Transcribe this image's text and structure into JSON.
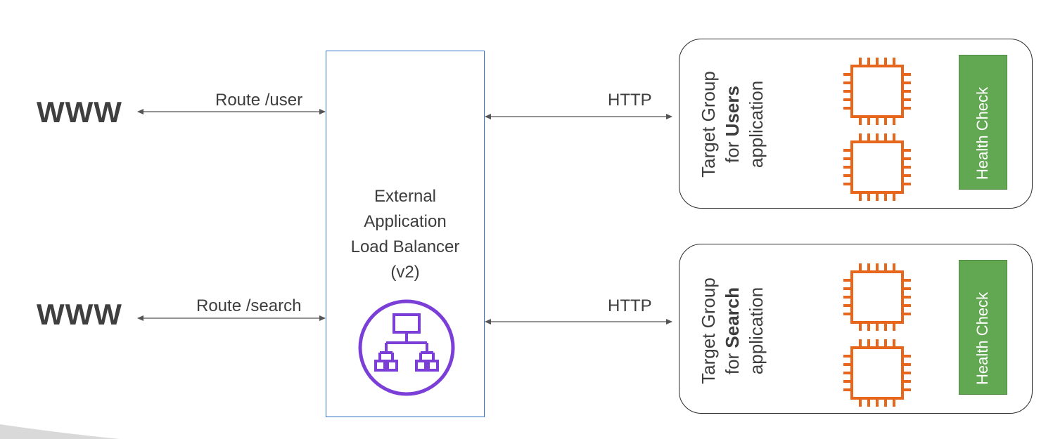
{
  "clients": [
    {
      "label": "WWW",
      "route": "Route /user"
    },
    {
      "label": "WWW",
      "route": "Route /search"
    }
  ],
  "alb": {
    "line1": "External",
    "line2": "Application",
    "line3": "Load Balancer",
    "line4": "(v2)",
    "icon": "load-balancer-icon",
    "icon_color": "#7b3fd8"
  },
  "links": [
    {
      "label": "HTTP"
    },
    {
      "label": "HTTP"
    }
  ],
  "target_groups": [
    {
      "line1": "Target Group",
      "line2_prefix": "for ",
      "line2_bold": "Users",
      "line3": "application",
      "health_check": "Health Check"
    },
    {
      "line1": "Target Group",
      "line2_prefix": "for ",
      "line2_bold": "Search",
      "line3": "application",
      "health_check": "Health Check"
    }
  ],
  "colors": {
    "alb_border": "#2e6fc9",
    "ec2_orange": "#e8661c",
    "health_green": "#62a751",
    "arrow": "#555555"
  }
}
